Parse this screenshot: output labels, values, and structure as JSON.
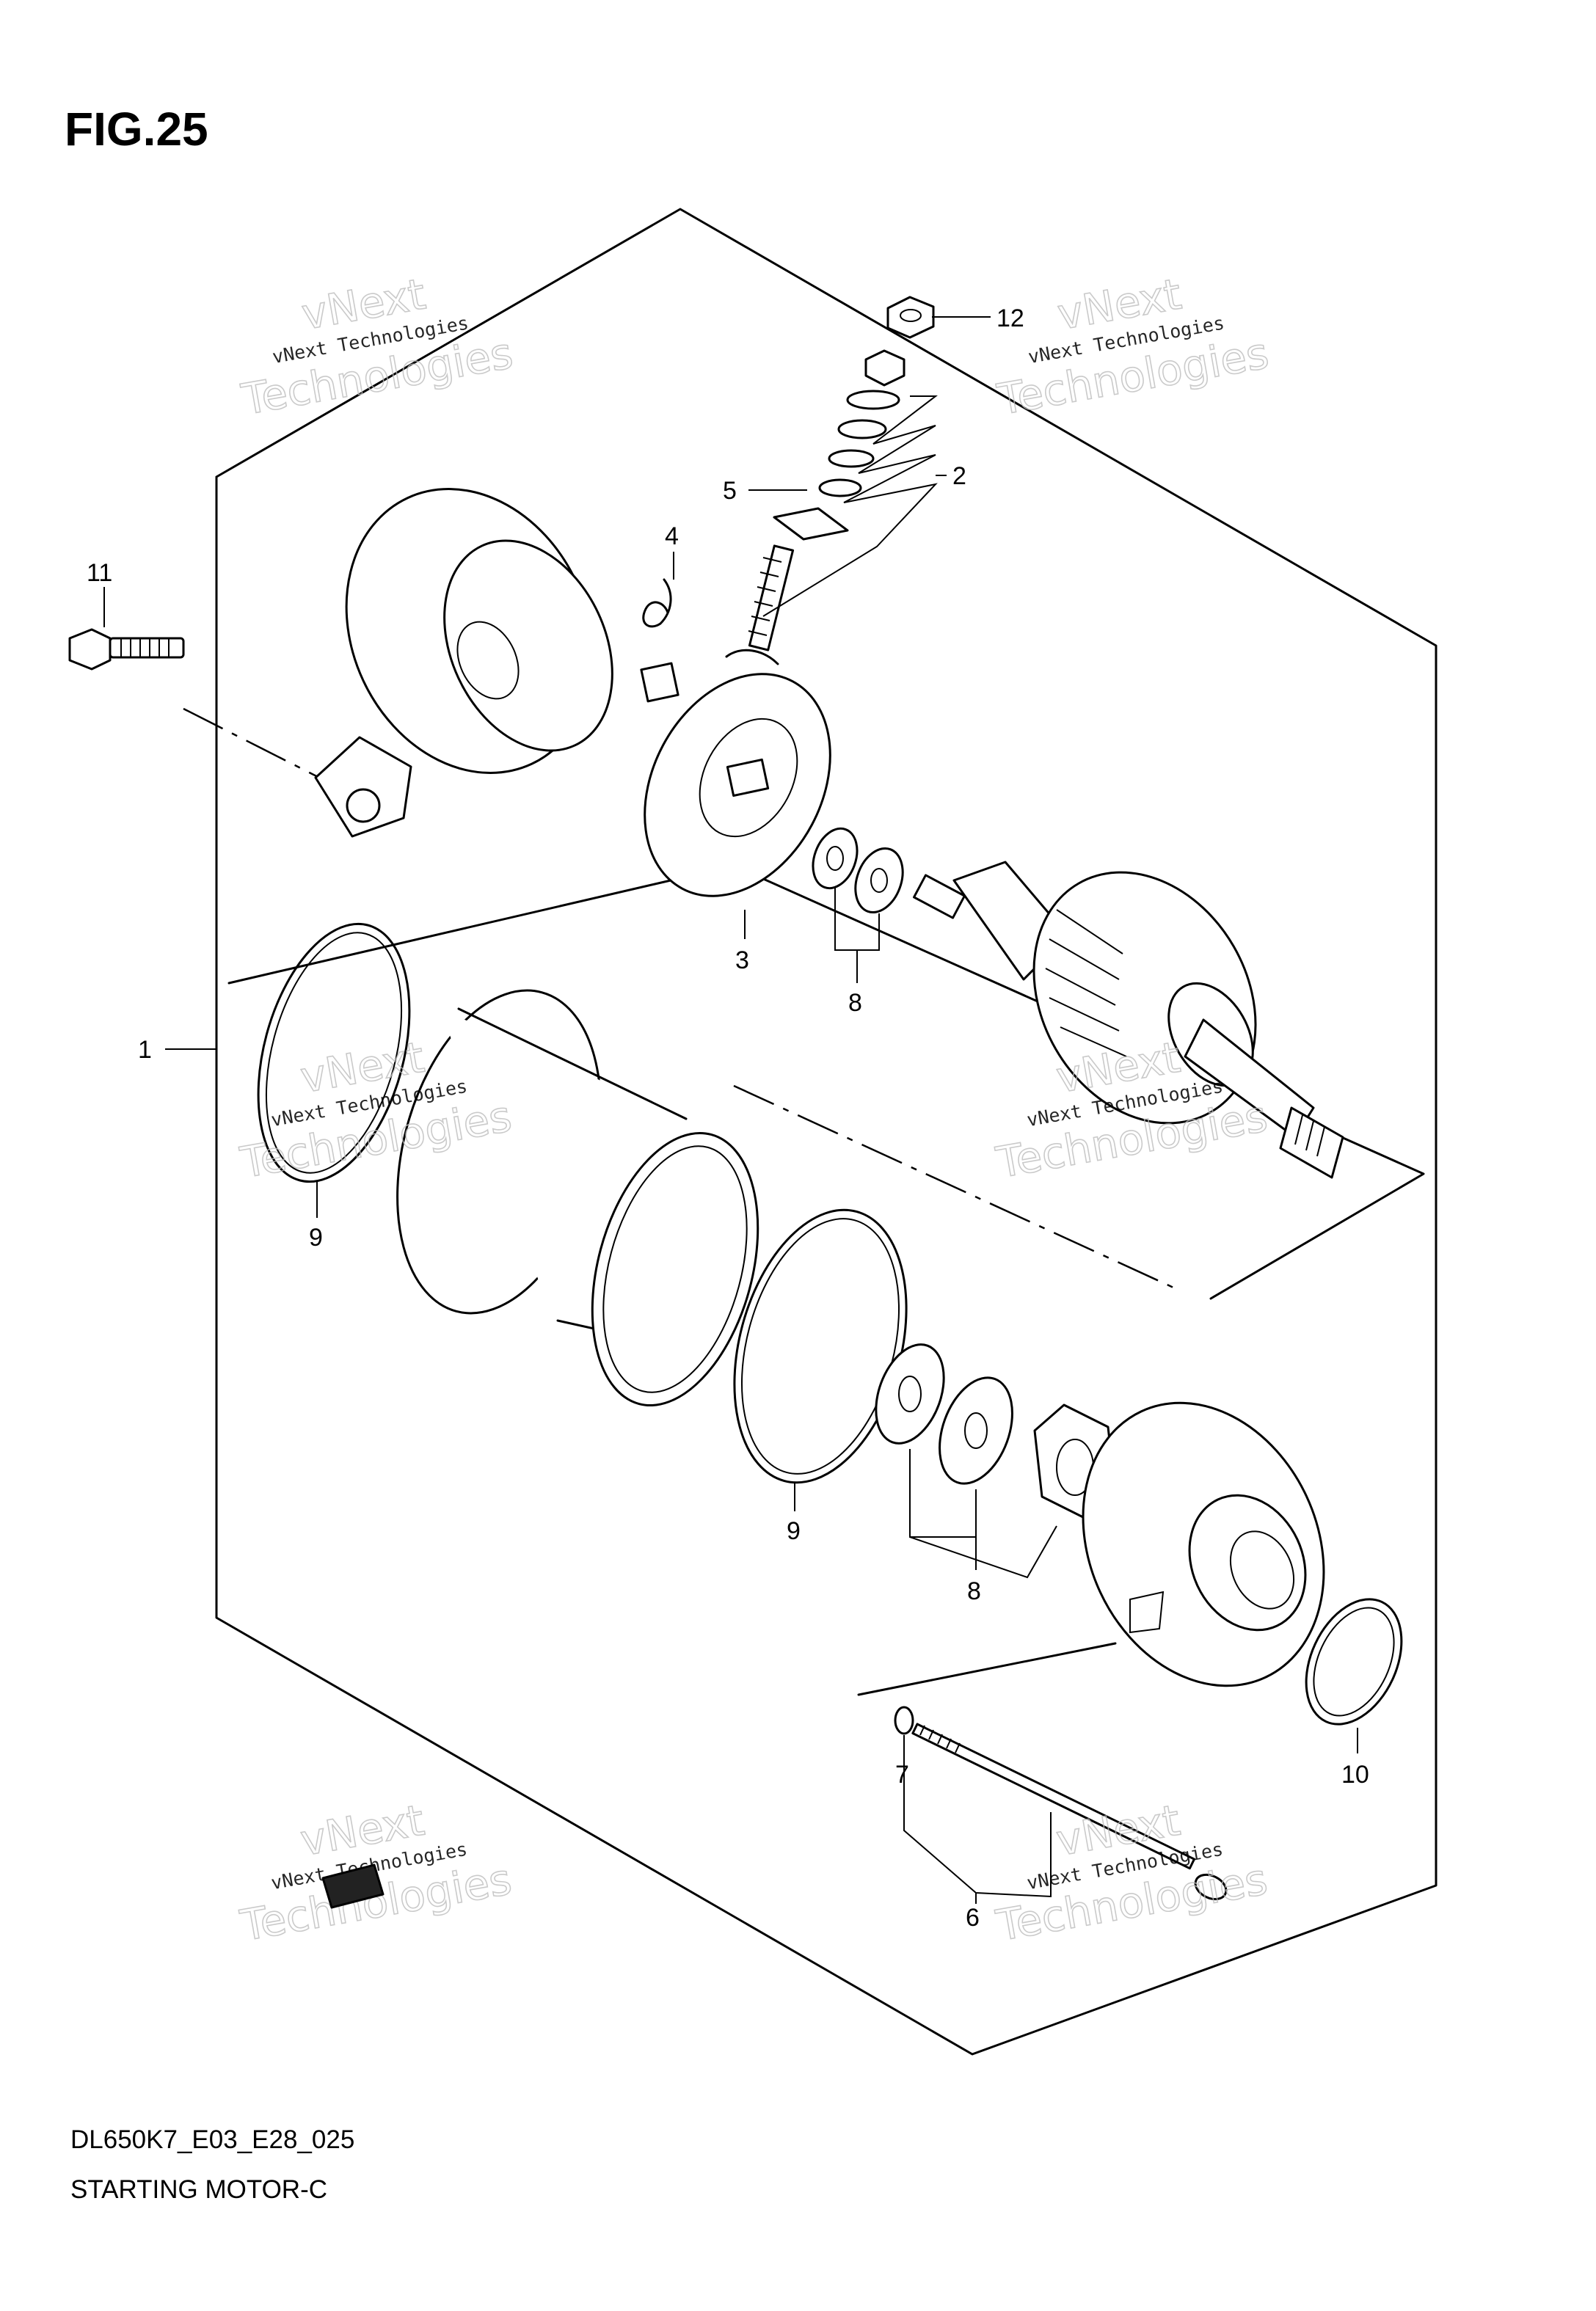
{
  "figure": {
    "title": "FIG.25",
    "code": "DL650K7_E03_E28_025",
    "name": "STARTING MOTOR-C"
  },
  "watermark": {
    "line1": "vNext Technologies",
    "line2": "Technologies",
    "line3": "vNext"
  },
  "callouts": [
    "1",
    "2",
    "3",
    "4",
    "5",
    "6",
    "7",
    "8",
    "8",
    "9",
    "9",
    "10",
    "11",
    "12"
  ]
}
